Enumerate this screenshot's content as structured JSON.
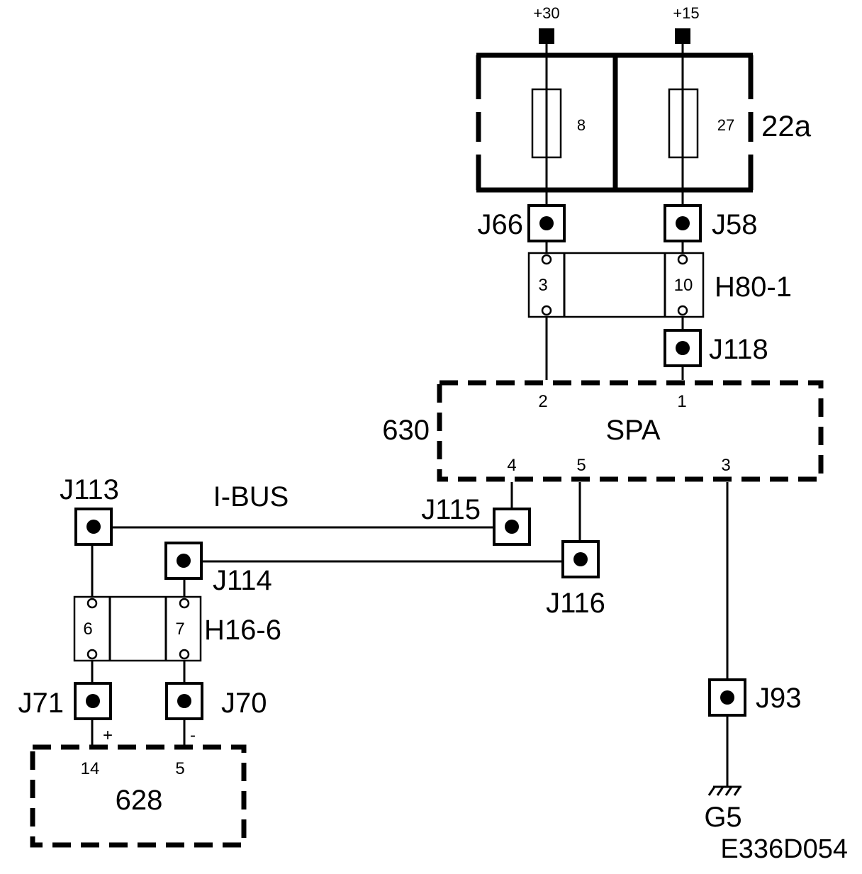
{
  "diagram": {
    "code": "E336D054",
    "supply": {
      "plus30": "+30",
      "plus15": "+15"
    },
    "fusebox": {
      "label": "22a",
      "fuse_a": "8",
      "fuse_b": "27"
    },
    "connectors": {
      "j66": "J66",
      "j58": "J58",
      "j118": "J118",
      "j113": "J113",
      "j114": "J114",
      "j115": "J115",
      "j116": "J116",
      "j71": "J71",
      "j70": "J70",
      "j93": "J93"
    },
    "h80": {
      "label": "H80-1",
      "pin_a": "3",
      "pin_b": "10"
    },
    "h16": {
      "label": "H16-6",
      "pin_a": "6",
      "pin_b": "7"
    },
    "spa": {
      "id": "630",
      "name": "SPA",
      "pin2": "2",
      "pin1": "1",
      "pin4": "4",
      "pin5": "5",
      "pin3": "3"
    },
    "module628": {
      "id": "628",
      "pin14": "14",
      "pin5": "5",
      "plus": "+",
      "minus": "-"
    },
    "bus_label": "I-BUS",
    "ground": "G5"
  }
}
